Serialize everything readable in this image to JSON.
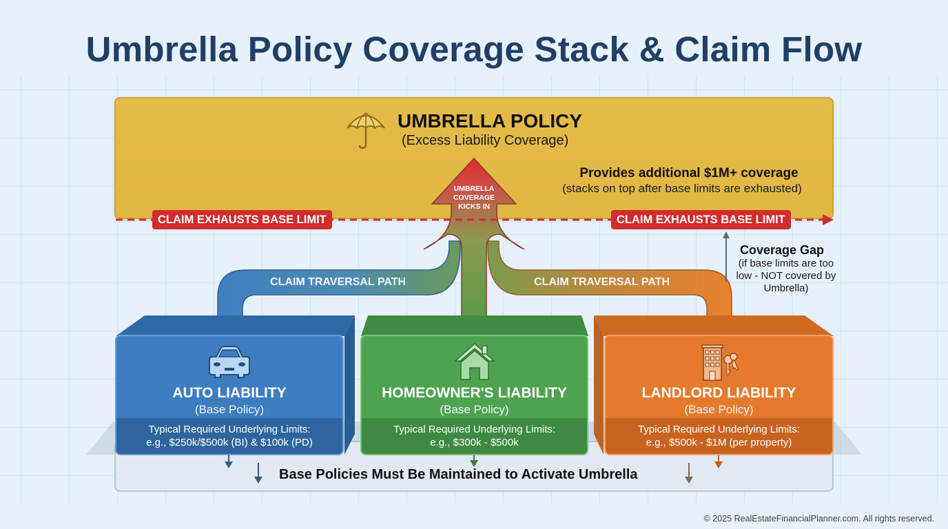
{
  "title": "Umbrella Policy Coverage Stack & Claim Flow",
  "umbrella": {
    "icon": "umbrella-icon",
    "title": "UMBRELLA POLICY",
    "subtitle": "(Excess Liability Coverage)",
    "provides": "Provides additional $1M+ coverage",
    "provides_note": "(stacks on top after base limits are exhausted)",
    "kicks_in_lines": [
      "UMBRELLA",
      "COVERAGE",
      "KICKS IN"
    ]
  },
  "claim_badges": [
    "CLAIM EXHAUSTS BASE LIMIT",
    "CLAIM EXHAUSTS BASE LIMIT"
  ],
  "paths": [
    "CLAIM TRAVERSAL PATH",
    "CLAIM TRAVERSAL PATH"
  ],
  "coverage_gap": {
    "title": "Coverage Gap",
    "note": "(if base limits are too low - NOT covered by Umbrella)"
  },
  "base_policies": [
    {
      "icon": "car-icon",
      "title": "AUTO LIABILITY",
      "subtitle": "(Base Policy)",
      "limits_label": "Typical Required Underlying Limits:",
      "limits_value": "e.g., $250k/$500k (BI) & $100k (PD)",
      "color": "#3d7dc0"
    },
    {
      "icon": "house-icon",
      "title": "HOMEOWNER'S LIABILITY",
      "subtitle": "(Base Policy)",
      "limits_label": "Typical Required Underlying Limits:",
      "limits_value": "e.g., $300k - $500k",
      "color": "#4ea350"
    },
    {
      "icon": "building-keys-icon",
      "title": "LANDLORD LIABILITY",
      "subtitle": "(Base Policy)",
      "limits_label": "Typical Required Underlying Limits:",
      "limits_value": "e.g., $500k - $1M (per property)",
      "color": "#e67a2c"
    }
  ],
  "footer_message": "Base Policies Must Be Maintained to Activate Umbrella",
  "copyright": "© 2025 RealEstateFinancialPlanner.com. All rights reserved.",
  "colors": {
    "title": "#1f3f66",
    "umbrella": "#e4b946",
    "claim_red": "#d22c2c",
    "auto": "#3d7dc0",
    "home": "#4ea350",
    "landlord": "#e67a2c"
  }
}
